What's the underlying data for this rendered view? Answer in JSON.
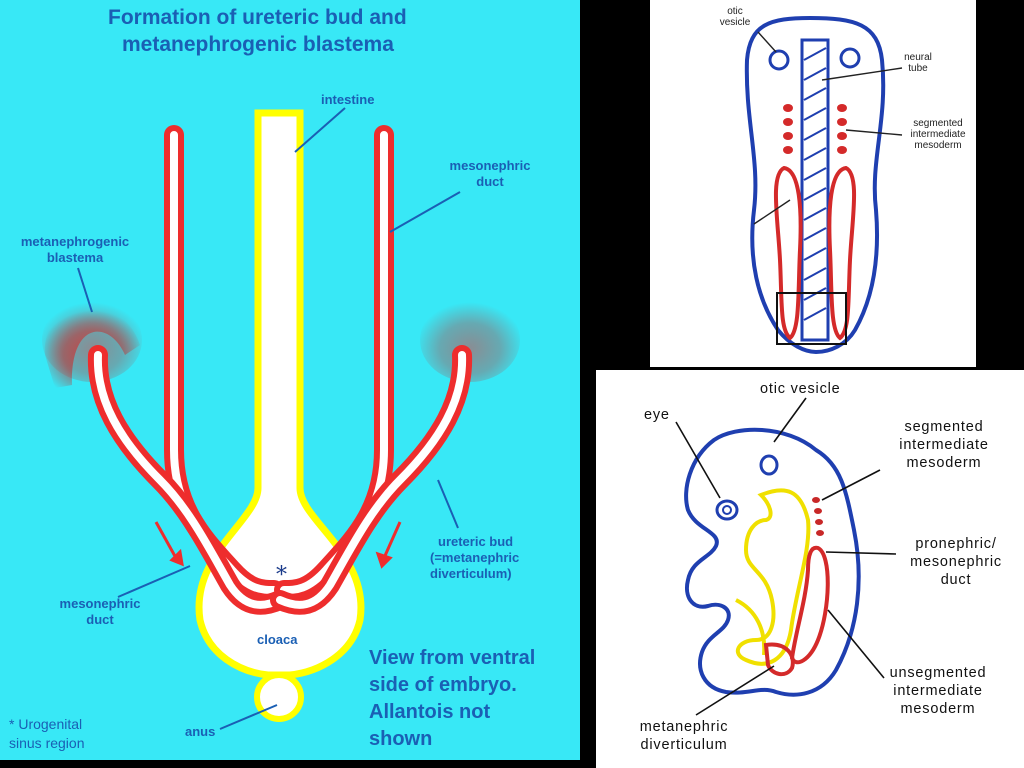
{
  "main": {
    "title_line1": "Formation of ureteric bud and",
    "title_line2": "metanephrogenic blastema",
    "labels": {
      "intestine": "intestine",
      "mesonephric_duct_top_1": "mesonephric",
      "mesonephric_duct_top_2": "duct",
      "blastema_1": "metanephrogenic",
      "blastema_2": "blastema",
      "ureteric_bud_1": "ureteric bud",
      "ureteric_bud_2": "(=metanephric",
      "ureteric_bud_3": "diverticulum)",
      "mesonephric_duct_bottom_1": "mesonephric",
      "mesonephric_duct_bottom_2": "duct",
      "cloaca": "cloaca",
      "anus": "anus",
      "asterisk": "*"
    },
    "view_note": [
      "View from ventral",
      "side of embryo.",
      "Allantois not",
      "shown"
    ],
    "urogenital_note": [
      "* Urogenital",
      "sinus region"
    ],
    "colors": {
      "background": "#38e8f6",
      "duct": "#ee2d2d",
      "intestine_outline": "#ffff00",
      "label": "#1a5fb4"
    }
  },
  "dorsal_view": {
    "labels": {
      "otic_vesicle_1": "otic",
      "otic_vesicle_2": "vesicle",
      "neural_tube_1": "neural",
      "neural_tube_2": "tube",
      "segmented_1": "segmented",
      "segmented_2": "intermediate",
      "segmented_3": "mesoderm"
    }
  },
  "lateral_view": {
    "labels": {
      "otic_vesicle": "otic vesicle",
      "eye": "eye",
      "segmented_1": "segmented",
      "segmented_2": "intermediate",
      "segmented_3": "mesoderm",
      "pronephric_1": "pronephric/",
      "pronephric_2": "mesonephric",
      "pronephric_3": "duct",
      "unsegmented_1": "unsegmented",
      "unsegmented_2": "intermediate",
      "unsegmented_3": "mesoderm",
      "metanephric_1": "metanephric",
      "metanephric_2": "diverticulum"
    }
  }
}
